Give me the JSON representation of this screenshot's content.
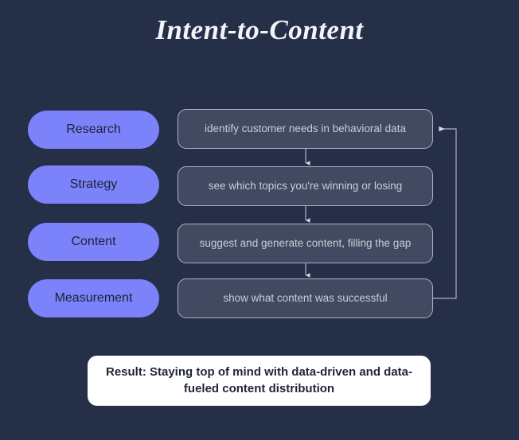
{
  "page": {
    "title": "Intent-to-Content",
    "background_color": "#262f48",
    "accent_color": "#7b82fa",
    "box_fill_color": "#414a60",
    "box_border_color": "#aab2c4",
    "box_text_color": "#c8cdd8",
    "result_bg_color": "#ffffff",
    "result_text_color": "#1f2438"
  },
  "stages": [
    {
      "label": "Research"
    },
    {
      "label": "Strategy"
    },
    {
      "label": "Content"
    },
    {
      "label": "Measurement"
    }
  ],
  "steps": [
    {
      "text": "identify customer needs in behavioral data"
    },
    {
      "text": "see which topics you're winning or losing"
    },
    {
      "text": "suggest and generate content, filling the gap"
    },
    {
      "text": "show what content was successful"
    }
  ],
  "result": {
    "text": "Result: Staying top of mind with data-driven and data-fueled content distribution"
  },
  "connectors": {
    "down_arrow_icon": "arrow-down-icon",
    "feedback_arrow_icon": "arrow-left-icon",
    "feedback_label": ""
  }
}
